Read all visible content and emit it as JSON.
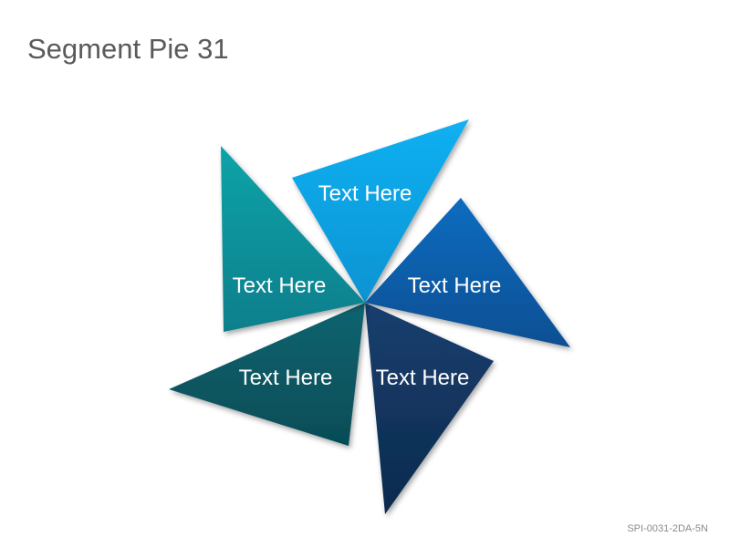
{
  "title": "Segment Pie 31",
  "code": "SPI-0031-2DA-5N",
  "segments": [
    {
      "label": "Text Here",
      "color": "#0fa7ea"
    },
    {
      "label": "Text Here",
      "color": "#0c60ad"
    },
    {
      "label": "Text Here",
      "color": "#143d6c"
    },
    {
      "label": "Text Here",
      "color": "#0b5e6a"
    },
    {
      "label": "Text Here",
      "color": "#0d98a0"
    }
  ]
}
